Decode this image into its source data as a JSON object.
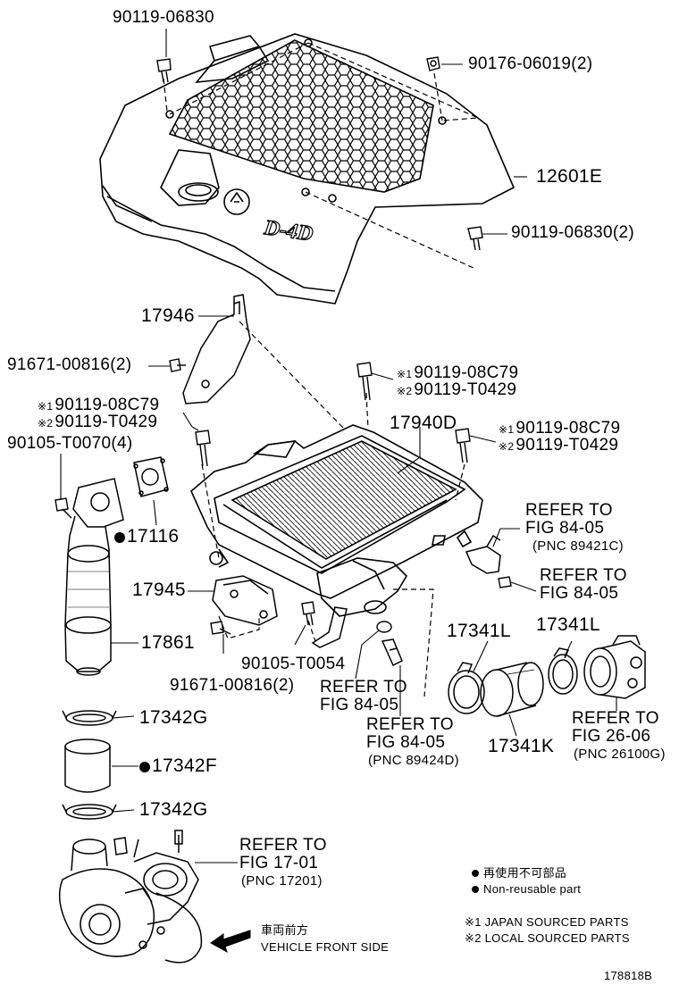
{
  "labels": {
    "p_90119_06830_top": "90119-06830",
    "p_90176": "90176-06019(2)",
    "p_12601e": "12601E",
    "p_90119_06830_2": "90119-06830(2)",
    "p_17946": "17946",
    "p_91671_a": "91671-00816(2)",
    "p_mid_mark1": "※1",
    "p_mid_a": "90119-08C79",
    "p_mid_mark2": "※2",
    "p_mid_b": "90119-T0429",
    "p_left_mark1": "※1",
    "p_left_a": "90119-08C79",
    "p_left_mark2": "※2",
    "p_left_b": "90119-T0429",
    "p_17940d": "17940D",
    "p_right_mark1": "※1",
    "p_right_a": "90119-08C79",
    "p_right_mark2": "※2",
    "p_right_b": "90119-T0429",
    "p_90105_4": "90105-T0070(4)",
    "p_17116": "17116",
    "ref1_a": "REFER TO",
    "ref1_b": "FIG 84-05",
    "ref1_c": "(PNC 89421C)",
    "ref2_a": "REFER TO",
    "ref2_b": "FIG 84-05",
    "p_17945": "17945",
    "p_17861": "17861",
    "p_91671_b": "91671-00816(2)",
    "p_90105_t0054": "90105-T0054",
    "ref3_a": "REFER TO",
    "ref3_b": "FIG 84-05",
    "p_17341l_a": "17341L",
    "p_17341l_b": "17341L",
    "ref4_a": "REFER TO",
    "ref4_b": "FIG 84-05",
    "ref4_c": "(PNC 89424D)",
    "p_17341k": "17341K",
    "ref5_a": "REFER TO",
    "ref5_b": "FIG 26-06",
    "ref5_c": "(PNC 26100G)",
    "p_17342g_a": "17342G",
    "p_17342f": "17342F",
    "p_17342g_b": "17342G",
    "ref6_a": "REFER TO",
    "ref6_b": "FIG 17-01",
    "ref6_c": "(PNC 17201)"
  },
  "legend": {
    "nonreusable_jp": "再使用不可部品",
    "nonreusable_en": "Non-reusable part",
    "japan_mark": "※1",
    "japan": "JAPAN SOURCED PARTS",
    "local_mark": "※2",
    "local": "LOCAL SOURCED PARTS"
  },
  "front": {
    "jp": "車両前方",
    "en": "VEHICLE FRONT SIDE"
  },
  "cover_logo": "D-4D",
  "diagram_id": "178818B"
}
